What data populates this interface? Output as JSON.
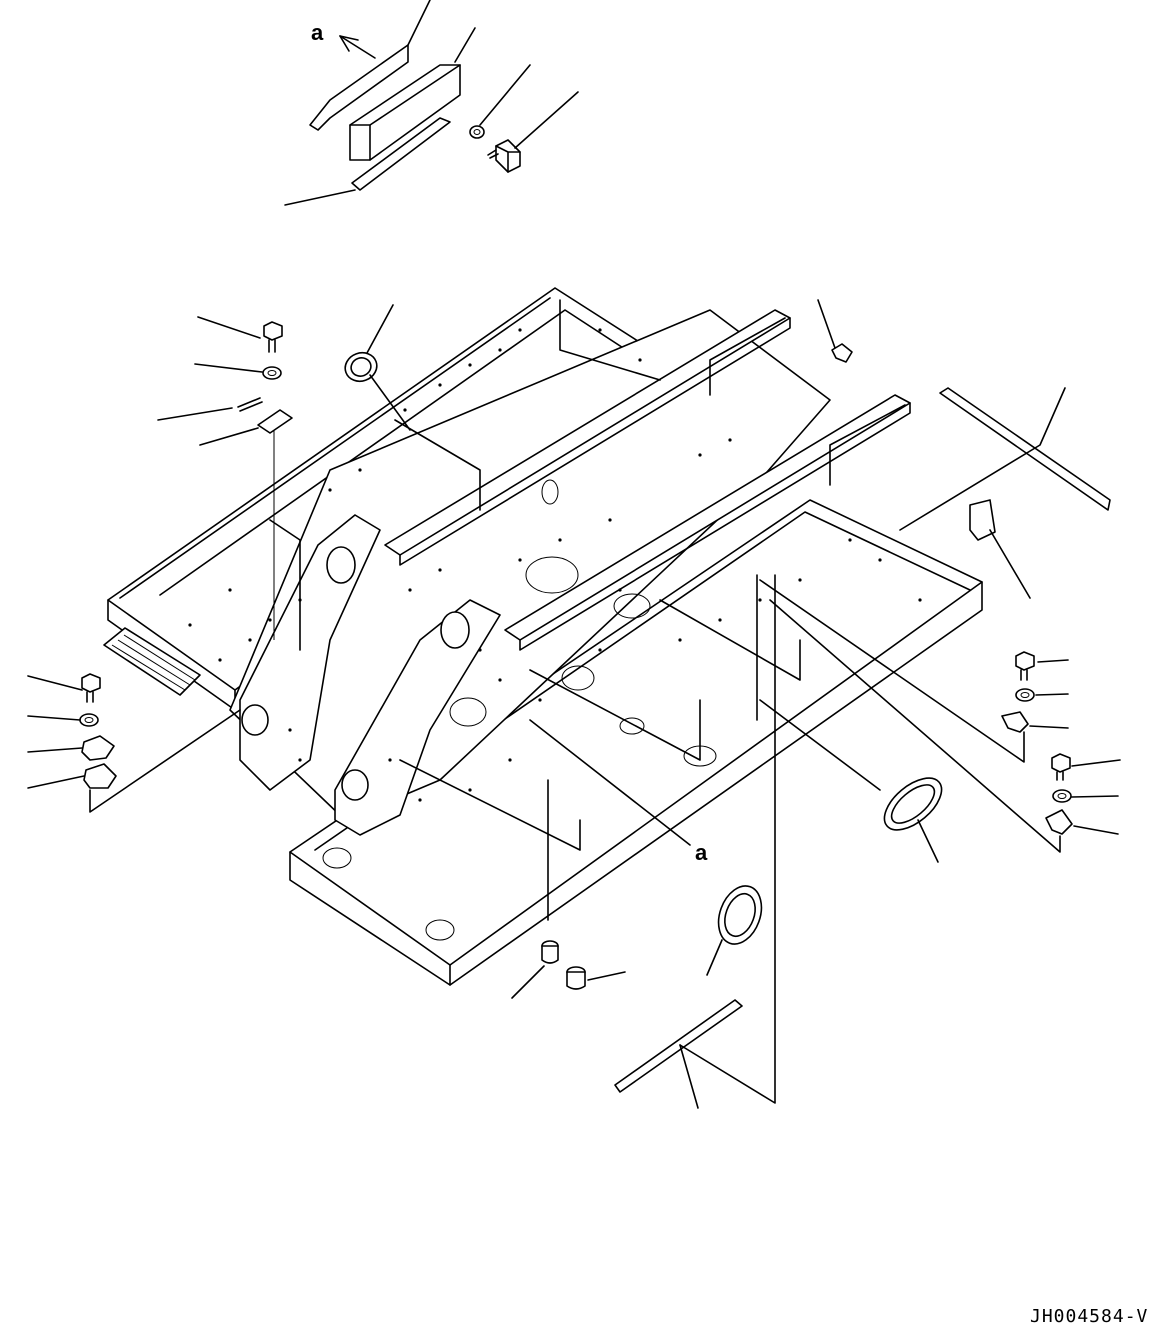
{
  "diagram": {
    "callout_letters": [
      "a",
      "a"
    ],
    "drawing_code": "JH004584-V"
  }
}
